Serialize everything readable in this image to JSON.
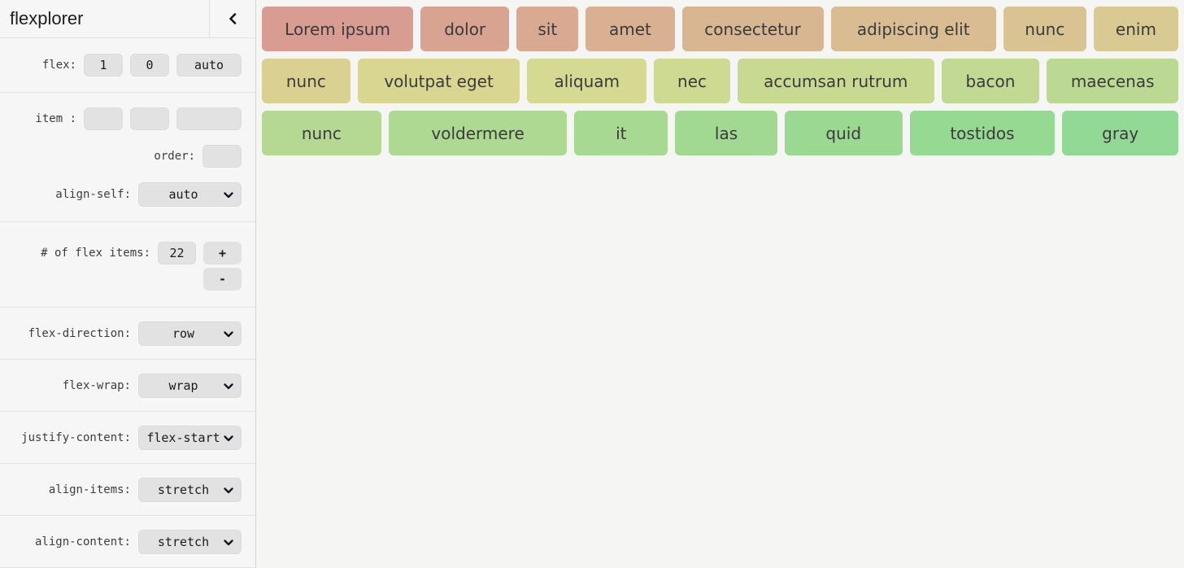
{
  "header": {
    "title": "flexplorer",
    "collapse_icon": "chevron-left"
  },
  "controls": {
    "flex": {
      "label": "flex:",
      "grow": "1",
      "shrink": "0",
      "basis": "auto"
    },
    "item": {
      "label": "item :",
      "grow": "",
      "shrink": "",
      "basis": ""
    },
    "order": {
      "label": "order:",
      "value": ""
    },
    "align_self": {
      "label": "align-self:",
      "value": "auto"
    },
    "num_items": {
      "label": "# of flex items:",
      "value": "22",
      "increment": "+",
      "decrement": "-"
    },
    "flex_direction": {
      "label": "flex-direction:",
      "value": "row"
    },
    "flex_wrap": {
      "label": "flex-wrap:",
      "value": "wrap"
    },
    "justify_content": {
      "label": "justify-content:",
      "value": "flex-start"
    },
    "align_items": {
      "label": "align-items:",
      "value": "stretch"
    },
    "align_content": {
      "label": "align-content:",
      "value": "stretch"
    }
  },
  "colors": {
    "canvas_bg": "#f5f5f4",
    "sidebar_bg": "#f6f6f6",
    "control_bg": "#e2e2e2",
    "divider": "#e1e1e1",
    "item_text": "#3b3b3b"
  },
  "icons": {
    "collapse": "chevron-left",
    "select_arrow": "chevron-down"
  },
  "flex_items": [
    {
      "label": "Lorem ipsum",
      "color": "#d99c92",
      "basis": 183
    },
    {
      "label": "dolor",
      "color": "#d9a392",
      "basis": 106
    },
    {
      "label": "sit",
      "color": "#d9a992",
      "basis": 73
    },
    {
      "label": "amet",
      "color": "#d9b092",
      "basis": 106
    },
    {
      "label": "consectetur",
      "color": "#d9b692",
      "basis": 171
    },
    {
      "label": "adipiscing elit",
      "color": "#d9bc92",
      "basis": 200
    },
    {
      "label": "nunc",
      "color": "#d9c392",
      "basis": 99
    },
    {
      "label": "enim",
      "color": "#d9c992",
      "basis": 101
    },
    {
      "label": "nunc",
      "color": "#d9d092",
      "basis": 106
    },
    {
      "label": "volutpat eget",
      "color": "#d9d692",
      "basis": 197
    },
    {
      "label": "aliquam",
      "color": "#d5d992",
      "basis": 144
    },
    {
      "label": "nec",
      "color": "#ced992",
      "basis": 91
    },
    {
      "label": "accumsan rutrum",
      "color": "#c8d992",
      "basis": 239
    },
    {
      "label": "bacon",
      "color": "#c1d992",
      "basis": 118
    },
    {
      "label": "maecenas",
      "color": "#bbd992",
      "basis": 159
    },
    {
      "label": "nunc",
      "color": "#b5d992",
      "basis": 144
    },
    {
      "label": "voldermere",
      "color": "#aed992",
      "basis": 217
    },
    {
      "label": "it",
      "color": "#a8d992",
      "basis": 112
    },
    {
      "label": "las",
      "color": "#a1d992",
      "basis": 123
    },
    {
      "label": "quid",
      "color": "#9bd992",
      "basis": 142
    },
    {
      "label": "tostidos",
      "color": "#95d992",
      "basis": 176
    },
    {
      "label": "gray",
      "color": "#92d995",
      "basis": 140
    }
  ]
}
